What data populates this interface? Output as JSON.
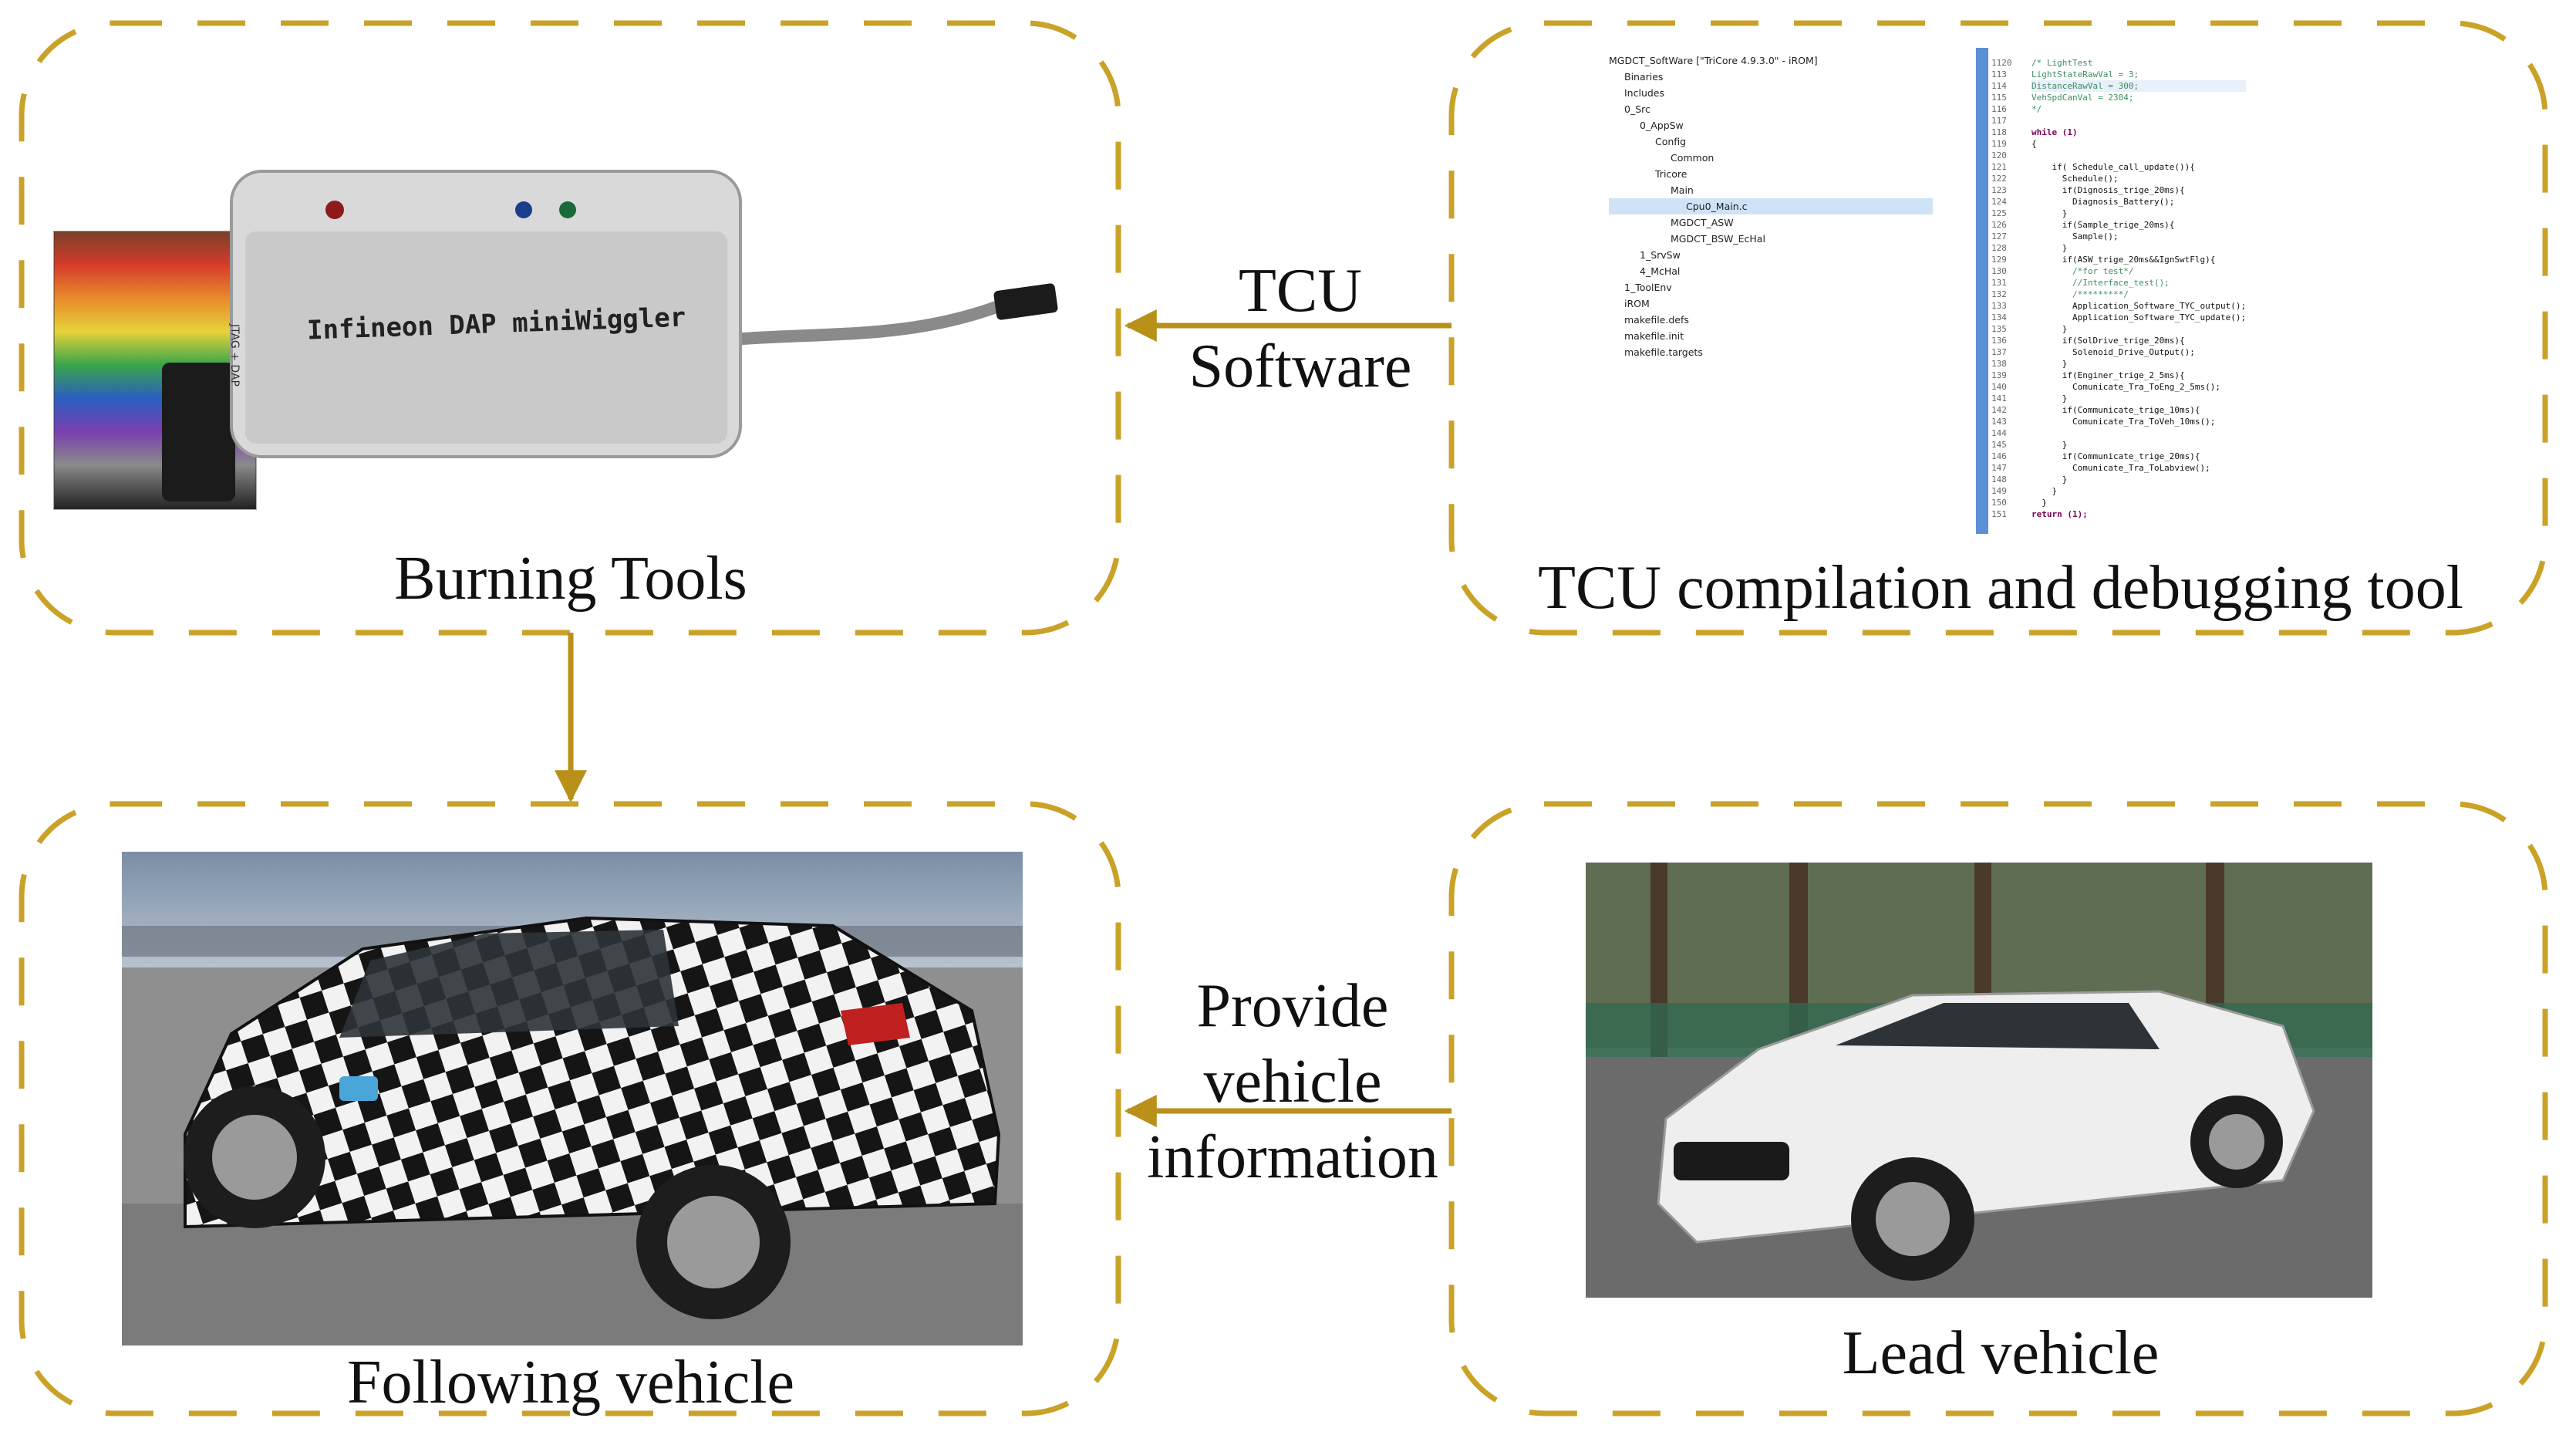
{
  "figure": {
    "panels": {
      "burning_tools": {
        "caption": "Burning Tools",
        "device_label": "Infineon DAP miniWiggler",
        "side_label": "JTAG + DAP"
      },
      "tcu_tool": {
        "caption": "TCU compilation and debugging tool",
        "project_tree": [
          {
            "label": "MGDCT_SoftWare [\"TriCore 4.9.3.0\" - iROM]",
            "depth": 0
          },
          {
            "label": "Binaries",
            "depth": 1
          },
          {
            "label": "Includes",
            "depth": 1
          },
          {
            "label": "0_Src",
            "depth": 1
          },
          {
            "label": "0_AppSw",
            "depth": 2
          },
          {
            "label": "Config",
            "depth": 3
          },
          {
            "label": "Common",
            "depth": 4
          },
          {
            "label": "Tricore",
            "depth": 3
          },
          {
            "label": "Main",
            "depth": 4
          },
          {
            "label": "Cpu0_Main.c",
            "depth": 5
          },
          {
            "label": "MGDCT_ASW",
            "depth": 4
          },
          {
            "label": "MGDCT_BSW_EcHal",
            "depth": 4
          },
          {
            "label": "1_SrvSw",
            "depth": 2
          },
          {
            "label": "4_McHal",
            "depth": 2
          },
          {
            "label": "1_ToolEnv",
            "depth": 1
          },
          {
            "label": "iROM",
            "depth": 1
          },
          {
            "label": "makefile.defs",
            "depth": 1
          },
          {
            "label": "makefile.init",
            "depth": 1
          },
          {
            "label": "makefile.targets",
            "depth": 1
          }
        ],
        "code_lines": [
          {
            "n": "1120",
            "text": "/* LightTest",
            "cls": "cm"
          },
          {
            "n": "113",
            "text": "LightStateRawVal = 3;",
            "cls": "cm"
          },
          {
            "n": "114",
            "text": "DistanceRawVal = 300;",
            "cls": "cm hl"
          },
          {
            "n": "115",
            "text": "VehSpdCanVal = 2304;",
            "cls": "cm"
          },
          {
            "n": "116",
            "text": "*/",
            "cls": "cm"
          },
          {
            "n": "117",
            "text": "",
            "cls": ""
          },
          {
            "n": "118",
            "text": "while (1)",
            "cls": "kw"
          },
          {
            "n": "119",
            "text": "{",
            "cls": ""
          },
          {
            "n": "120",
            "text": "",
            "cls": ""
          },
          {
            "n": "121",
            "text": "    if( Schedule_call_update()){",
            "cls": ""
          },
          {
            "n": "122",
            "text": "      Schedule();",
            "cls": ""
          },
          {
            "n": "123",
            "text": "      if(Dignosis_trige_20ms){",
            "cls": ""
          },
          {
            "n": "124",
            "text": "        Diagnosis_Battery();",
            "cls": ""
          },
          {
            "n": "125",
            "text": "      }",
            "cls": ""
          },
          {
            "n": "126",
            "text": "      if(Sample_trige_20ms){",
            "cls": ""
          },
          {
            "n": "127",
            "text": "        Sample();",
            "cls": ""
          },
          {
            "n": "128",
            "text": "      }",
            "cls": ""
          },
          {
            "n": "129",
            "text": "      if(ASW_trige_20ms&&IgnSwtFlg){",
            "cls": ""
          },
          {
            "n": "130",
            "text": "        /*for test*/",
            "cls": "cm"
          },
          {
            "n": "131",
            "text": "        //Interface_test();",
            "cls": "cm"
          },
          {
            "n": "132",
            "text": "        /*********/",
            "cls": "cm"
          },
          {
            "n": "133",
            "text": "        Application_Software_TYC_output();",
            "cls": ""
          },
          {
            "n": "134",
            "text": "        Application_Software_TYC_update();",
            "cls": ""
          },
          {
            "n": "135",
            "text": "      }",
            "cls": ""
          },
          {
            "n": "136",
            "text": "      if(SolDrive_trige_20ms){",
            "cls": ""
          },
          {
            "n": "137",
            "text": "        Solenoid_Drive_Output();",
            "cls": ""
          },
          {
            "n": "138",
            "text": "      }",
            "cls": ""
          },
          {
            "n": "139",
            "text": "      if(Enginer_trige_2_5ms){",
            "cls": ""
          },
          {
            "n": "140",
            "text": "        Comunicate_Tra_ToEng_2_5ms();",
            "cls": ""
          },
          {
            "n": "141",
            "text": "      }",
            "cls": ""
          },
          {
            "n": "142",
            "text": "      if(Communicate_trige_10ms){",
            "cls": ""
          },
          {
            "n": "143",
            "text": "        Comunicate_Tra_ToVeh_10ms();",
            "cls": ""
          },
          {
            "n": "144",
            "text": "",
            "cls": ""
          },
          {
            "n": "145",
            "text": "      }",
            "cls": ""
          },
          {
            "n": "146",
            "text": "      if(Communicate_trige_20ms){",
            "cls": ""
          },
          {
            "n": "147",
            "text": "        Comunicate_Tra_ToLabview();",
            "cls": ""
          },
          {
            "n": "148",
            "text": "      }",
            "cls": ""
          },
          {
            "n": "149",
            "text": "    }",
            "cls": ""
          },
          {
            "n": "150",
            "text": "  }",
            "cls": ""
          },
          {
            "n": "151",
            "text": "return (1);",
            "cls": "kw"
          }
        ]
      },
      "following_vehicle": {
        "caption": "Following vehicle"
      },
      "lead_vehicle": {
        "caption": "Lead vehicle"
      }
    },
    "arrows": {
      "tcu_software": {
        "lines": [
          "TCU",
          "Software"
        ]
      },
      "provide_info": {
        "lines": [
          "Provide",
          "vehicle",
          "information"
        ]
      }
    },
    "colors": {
      "border": "#c9a227",
      "arrow": "#b8901a",
      "text": "#111111"
    }
  }
}
